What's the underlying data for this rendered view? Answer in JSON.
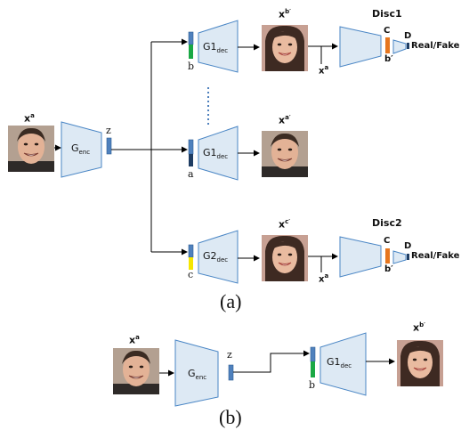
{
  "labels": {
    "xa": "x",
    "xa_sup": "a",
    "xb_prime": "x",
    "xb_prime_sup": "b′",
    "xa_prime": "x",
    "xa_prime_sup": "a′",
    "xc_prime": "x",
    "xc_prime_sup": "c′",
    "z": "z",
    "b": "b",
    "a": "a",
    "c": "c",
    "b_prime": "b′",
    "C": "C",
    "D": "D",
    "real_fake": "Real/Fake",
    "disc1": "Disc1",
    "disc2": "Disc2",
    "panel_a": "(a)",
    "panel_b": "(b)"
  },
  "blocks": {
    "g_enc": {
      "main": "G",
      "sub": "enc"
    },
    "g1_dec": {
      "main": "G1",
      "sub": "dec"
    },
    "g2_dec": {
      "main": "G2",
      "sub": "dec"
    }
  },
  "colors": {
    "block_fill": "#dde9f4",
    "block_stroke": "#4a86c5",
    "z_code": "#4f81bd",
    "a_code": "#1f3d63",
    "b_code": "#1aa845",
    "c_code": "#f5e600",
    "classifier": "#e6761f",
    "line": "#000000",
    "dotted": "#4f81bd",
    "skin": "#e7b79a",
    "hair": "#3a2a22",
    "bg_face": "#b89a8c"
  }
}
